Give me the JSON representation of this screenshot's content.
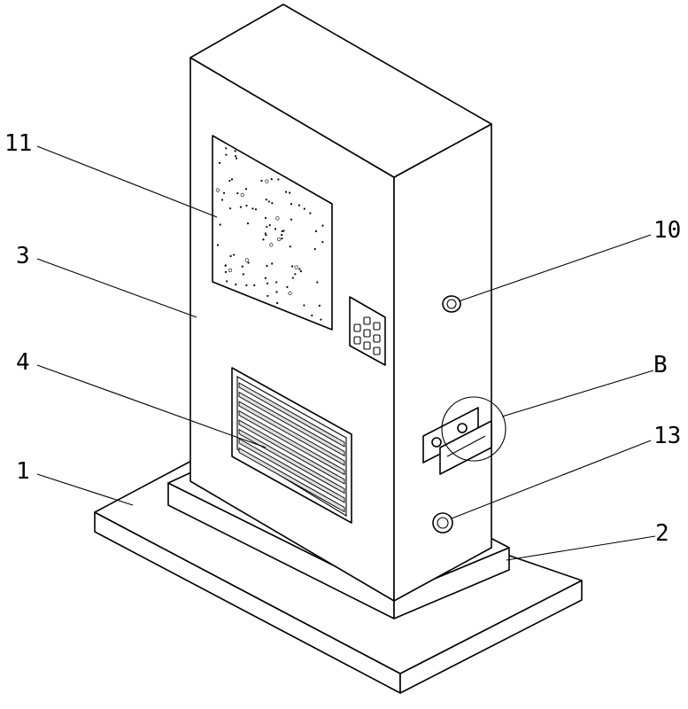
{
  "labels": {
    "screen": "11",
    "cabinet": "3",
    "vent": "4",
    "base_plate": "1",
    "top_knob": "10",
    "detail_b": "B",
    "bottom_knob": "13",
    "plinth": "2"
  }
}
